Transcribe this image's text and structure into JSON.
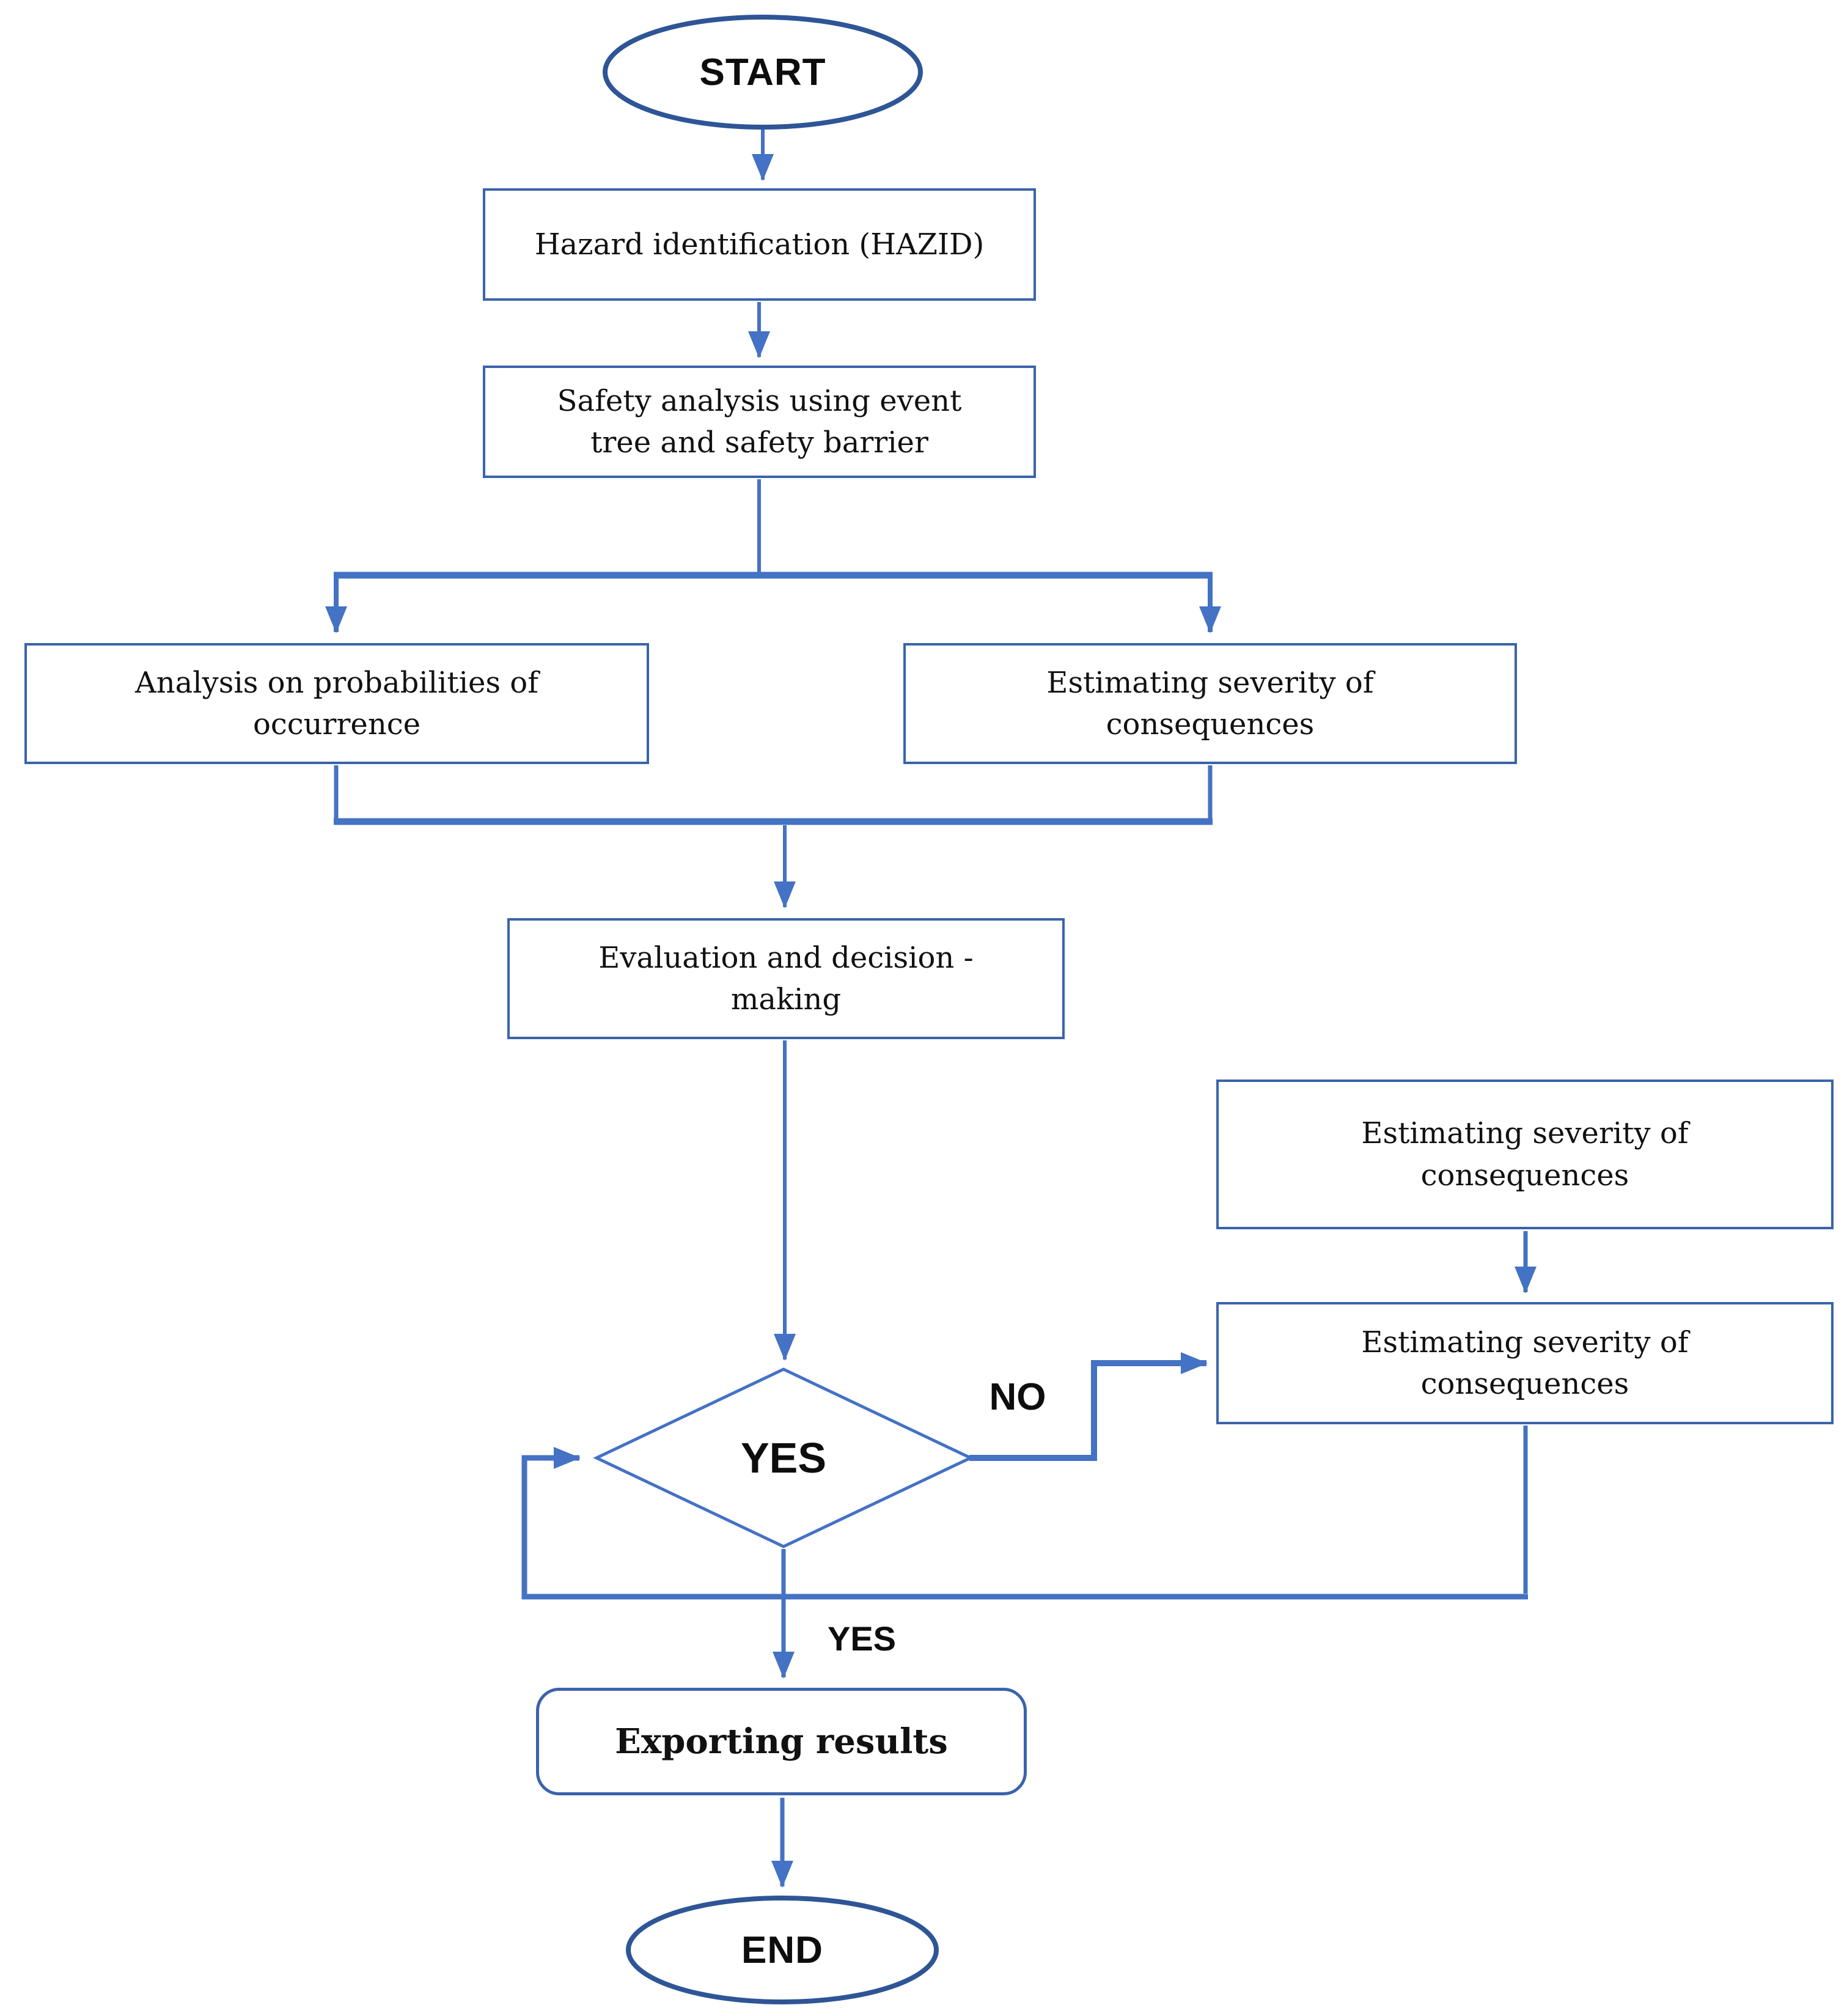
{
  "diagram": {
    "type": "flowchart",
    "nodes": {
      "start": {
        "label": "START",
        "shape": "ellipse"
      },
      "hazid": {
        "label": "Hazard identification (HAZID)",
        "shape": "rect"
      },
      "safety": {
        "label": "Safety analysis using event\ntree and safety barrier",
        "shape": "rect"
      },
      "analysis": {
        "label": "Analysis on probabilities of\noccurrence",
        "shape": "rect"
      },
      "severity_mid": {
        "label": "Estimating severity of\nconsequences",
        "shape": "rect"
      },
      "evaluation": {
        "label": "Evaluation and decision -\nmaking",
        "shape": "rect"
      },
      "severity_right_top": {
        "label": "Estimating severity of\nconsequences",
        "shape": "rect"
      },
      "severity_right_mid": {
        "label": "Estimating severity of\nconsequences",
        "shape": "rect"
      },
      "decision": {
        "label": "YES",
        "shape": "diamond"
      },
      "exporting": {
        "label": "Exporting results",
        "shape": "rounded-rect"
      },
      "end": {
        "label": "END",
        "shape": "ellipse"
      }
    },
    "edge_labels": {
      "no": "NO",
      "yes": "YES"
    },
    "colors": {
      "line": "#4472c4",
      "box_border": "#3a63ab",
      "terminal_border": "#2e5596",
      "text": "#111111",
      "background": "#ffffff"
    }
  }
}
